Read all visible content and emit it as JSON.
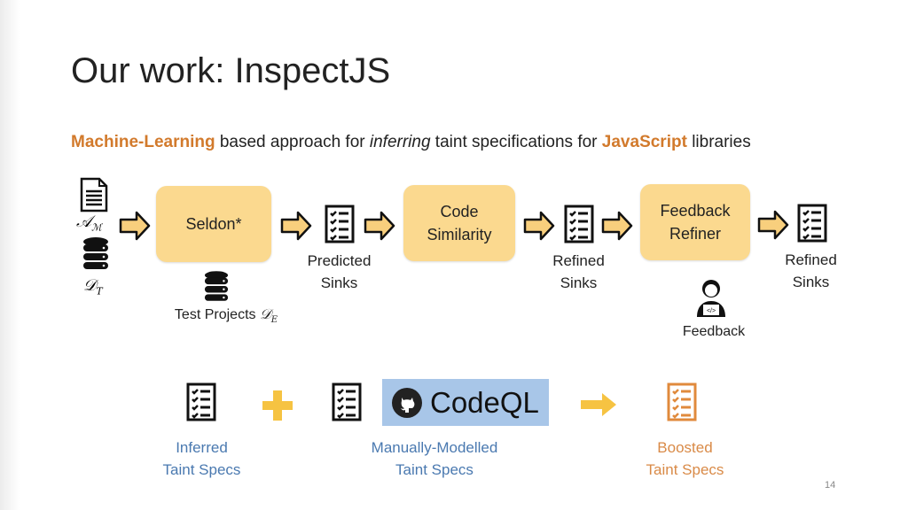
{
  "title": "Our work: InspectJS",
  "subtitle": {
    "p1": "Machine-Learning",
    "p2": " based approach for ",
    "p3": "inferring",
    "p4": " taint specifications for ",
    "p5": "JavaScript",
    "p6": " libraries"
  },
  "inputs": {
    "model_label": "𝒜",
    "model_sub": "ℳ",
    "train_label": "𝒟",
    "train_sub": "T"
  },
  "pipeline": {
    "seldon": "Seldon*",
    "test_projects": "Test Projects",
    "test_math": "𝒟",
    "test_sub": "E",
    "predicted": [
      "Predicted",
      "Sinks"
    ],
    "code_similarity": [
      "Code",
      "Similarity"
    ],
    "refined1": [
      "Refined",
      "Sinks"
    ],
    "feedback_refiner": [
      "Feedback",
      "Refiner"
    ],
    "refined2": [
      "Refined",
      "Sinks"
    ],
    "feedback": "Feedback"
  },
  "bottom": {
    "inferred": [
      "Inferred",
      "Taint Specs"
    ],
    "codeql": "CodeQL",
    "manual": [
      "Manually-Modelled",
      "Taint Specs"
    ],
    "boosted": [
      "Boosted",
      "Taint Specs"
    ]
  },
  "page_number": "14",
  "colors": {
    "accent": "#d27a2c",
    "box": "#fbd98f",
    "blue": "#4a79b0",
    "boosted": "#d98a47",
    "codeql_bg": "#a8c6e8"
  }
}
